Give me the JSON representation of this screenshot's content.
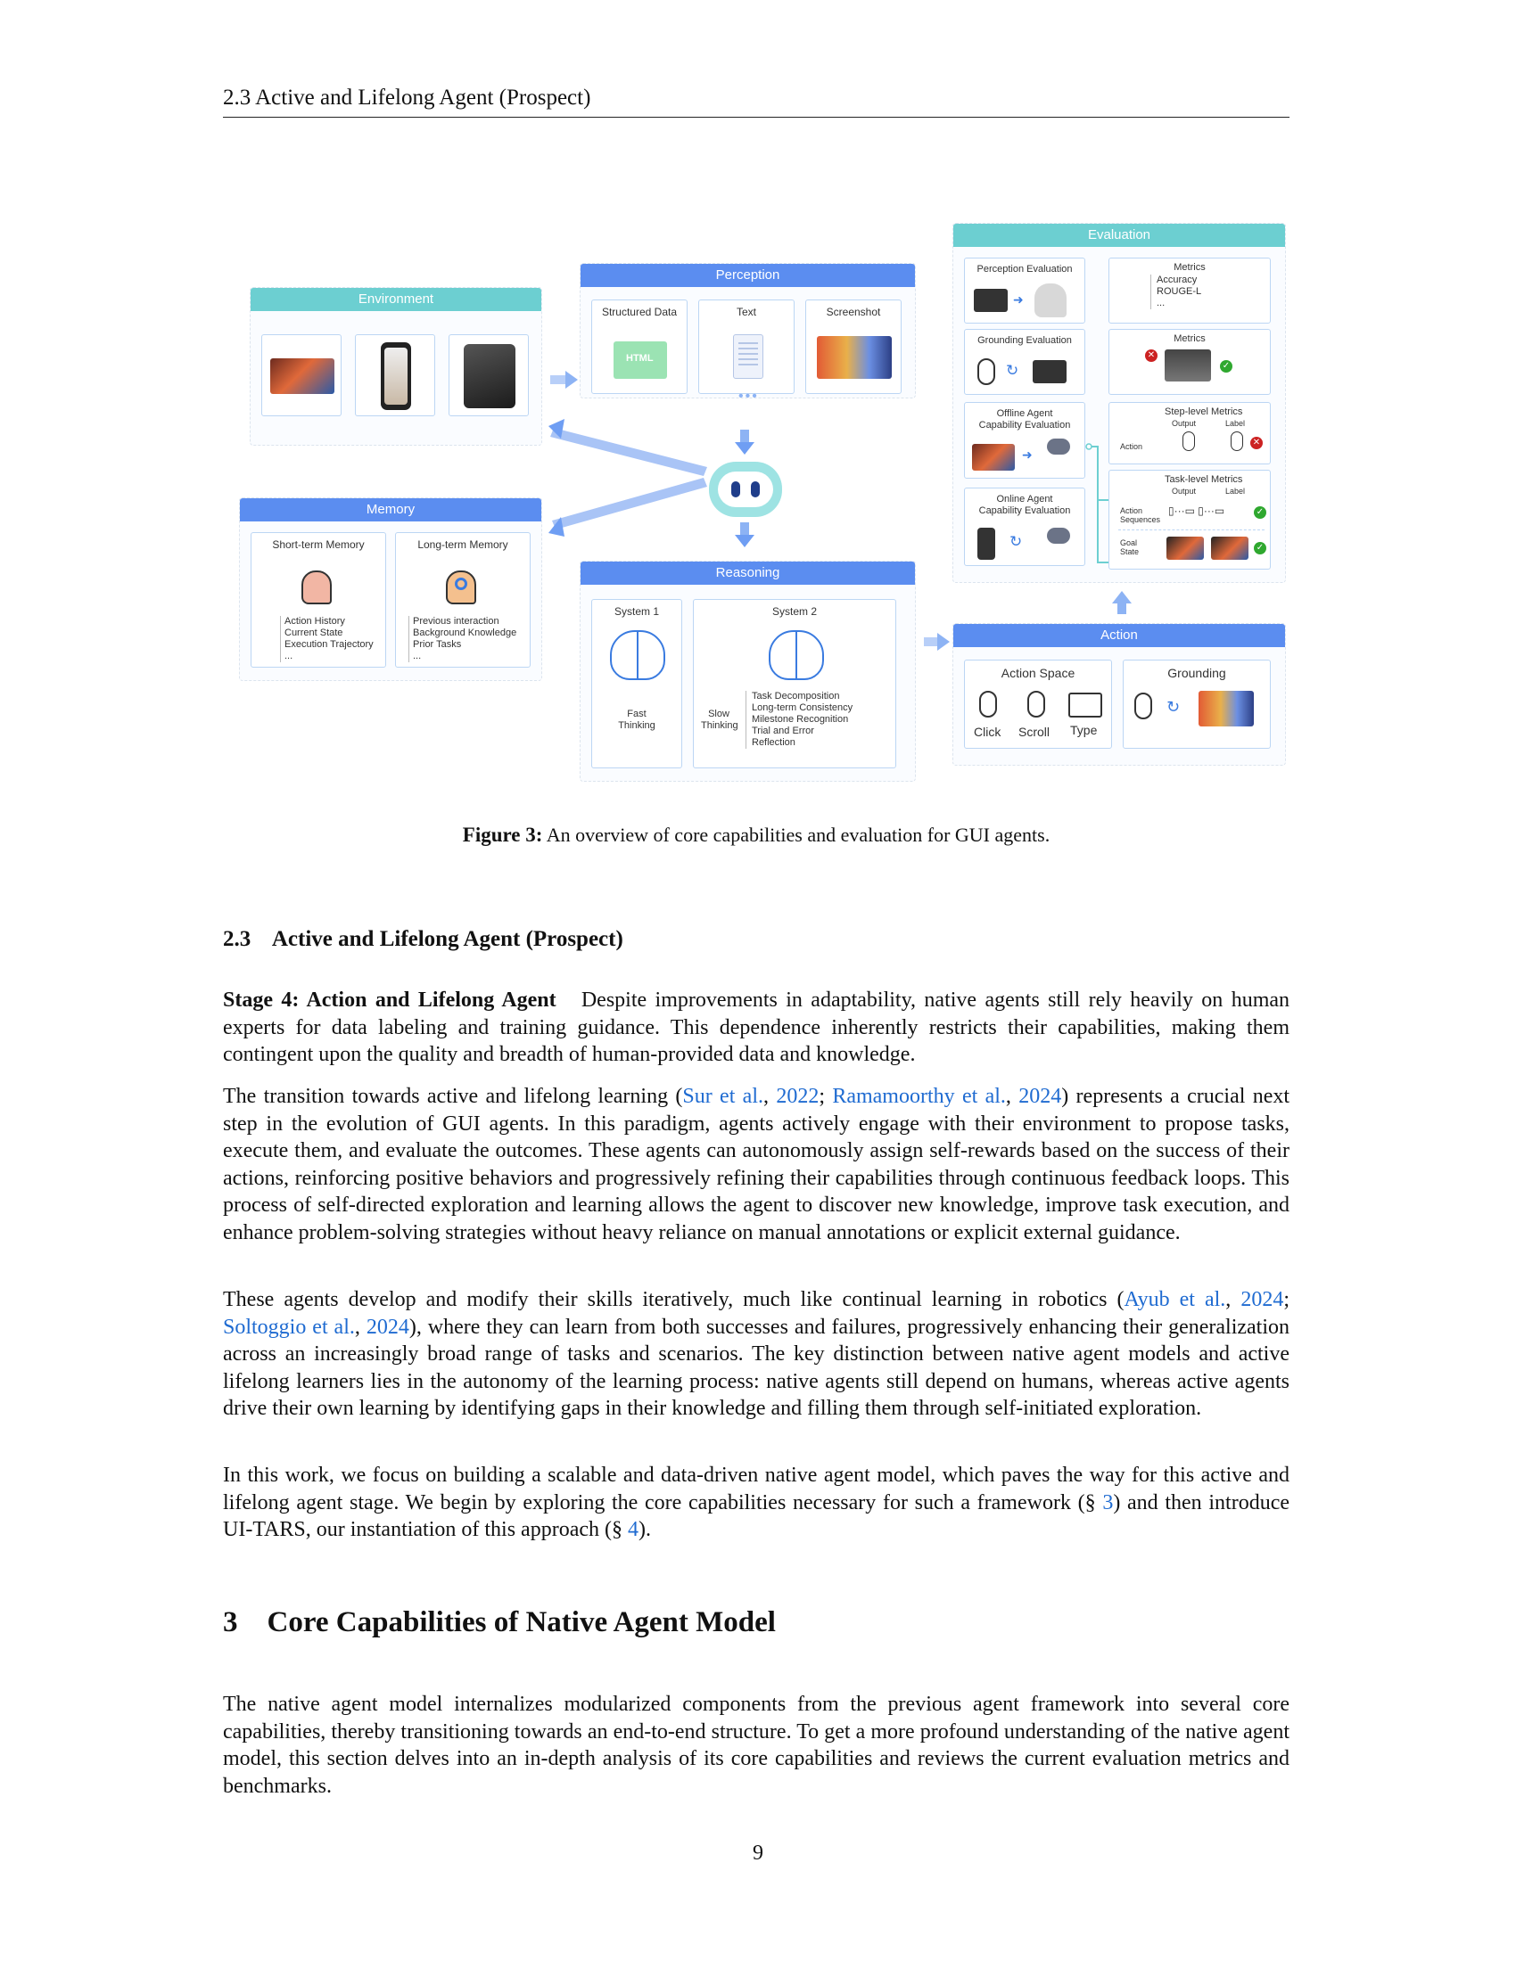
{
  "header": {
    "running_title": "2.3    Active and Lifelong Agent (Prospect)"
  },
  "figure": {
    "environment": {
      "title": "Environment"
    },
    "perception": {
      "title": "Perception",
      "items": [
        "Structured Data",
        "Text",
        "Screenshot"
      ],
      "html_tag": "HTML"
    },
    "memory": {
      "title": "Memory",
      "short_term": {
        "title": "Short-term Memory",
        "items": [
          "Action History",
          "Current State",
          "Execution Trajectory",
          "..."
        ]
      },
      "long_term": {
        "title": "Long-term Memory",
        "items": [
          "Previous interaction",
          "Background Knowledge",
          "Prior Tasks",
          "..."
        ]
      }
    },
    "reasoning": {
      "title": "Reasoning",
      "system1": {
        "title": "System 1",
        "label": "Fast\nThinking"
      },
      "system2": {
        "title": "System 2",
        "label": "Slow\nThinking",
        "items": [
          "Task Decomposition",
          "Long-term Consistency",
          "Milestone Recognition",
          "Trial and Error",
          "Reflection"
        ]
      }
    },
    "evaluation": {
      "title": "Evaluation",
      "perception_eval": "Perception Evaluation",
      "grounding_eval": "Grounding Evaluation",
      "offline_eval": "Offline Agent\nCapability Evaluation",
      "online_eval": "Online Agent\nCapability Evaluation",
      "metrics1": {
        "title": "Metrics",
        "items": [
          "Accuracy",
          "ROUGE-L",
          "..."
        ]
      },
      "metrics2": {
        "title": "Metrics"
      },
      "step_level": {
        "title": "Step-level Metrics",
        "output": "Output",
        "label": "Label",
        "row": "Action"
      },
      "task_level": {
        "title": "Task-level Metrics",
        "output": "Output",
        "label": "Label",
        "row1": "Action\nSequences",
        "row2": "Goal\nState"
      }
    },
    "action": {
      "title": "Action",
      "space": {
        "title": "Action Space",
        "items": [
          "Click",
          "Scroll",
          "Type"
        ]
      },
      "grounding": {
        "title": "Grounding"
      }
    },
    "colors": {
      "teal": "#6ccfd1",
      "blue": "#5b8df0",
      "card_border": "#bcd6f4"
    }
  },
  "caption": {
    "label": "Figure 3:",
    "text": "An overview of core capabilities and evaluation for GUI agents."
  },
  "section_23": {
    "heading": "2.3    Active and Lifelong Agent (Prospect)"
  },
  "paragraphs": {
    "p1_lead": "Stage 4: Action and Lifelong Agent",
    "p1": "Despite improvements in adaptability, native agents still rely heavily on human experts for data labeling and training guidance. This dependence inherently restricts their capabilities, making them contingent upon the quality and breadth of human-provided data and knowledge.",
    "p2_a": "The transition towards active and lifelong learning (",
    "p2_c1": "Sur et al.",
    "p2_sep1": ", ",
    "p2_y1": "2022",
    "p2_sep2": "; ",
    "p2_c2": "Ramamoorthy et al.",
    "p2_sep3": ", ",
    "p2_y2": "2024",
    "p2_b": ") represents a crucial next step in the evolution of GUI agents. In this paradigm, agents actively engage with their environment to propose tasks, execute them, and evaluate the outcomes. These agents can autonomously assign self-rewards based on the success of their actions, reinforcing positive behaviors and progressively refining their capabilities through continuous feedback loops. This process of self-directed exploration and learning allows the agent to discover new knowledge, improve task execution, and enhance problem-solving strategies without heavy reliance on manual annotations or explicit external guidance.",
    "p3_a": "These agents develop and modify their skills iteratively, much like continual learning in robotics (",
    "p3_c1": "Ayub et al.",
    "p3_sep1": ", ",
    "p3_y1": "2024",
    "p3_sep2": "; ",
    "p3_c2": "Soltoggio et al.",
    "p3_sep3": ", ",
    "p3_y2": "2024",
    "p3_b": "), where they can learn from both successes and failures, progressively enhancing their generalization across an increasingly broad range of tasks and scenarios. The key distinction between native agent models and active lifelong learners lies in the autonomy of the learning process: native agents still depend on humans, whereas active agents drive their own learning by identifying gaps in their knowledge and filling them through self-initiated exploration.",
    "p4_a": "In this work, we focus on building a scalable and data-driven native agent model, which paves the way for this active and lifelong agent stage. We begin by exploring the core capabilities necessary for such a framework (§ ",
    "p4_r1": "3",
    "p4_b": ") and then introduce UI-TARS, our instantiation of this approach (§ ",
    "p4_r2": "4",
    "p4_c": ").",
    "p5": "The native agent model internalizes modularized components from the previous agent framework into several core capabilities, thereby transitioning towards an end-to-end structure. To get a more profound understanding of the native agent model, this section delves into an in-depth analysis of its core capabilities and reviews the current evaluation metrics and benchmarks."
  },
  "section_3": {
    "heading": "3    Core Capabilities of Native Agent Model"
  },
  "page_number": "9"
}
